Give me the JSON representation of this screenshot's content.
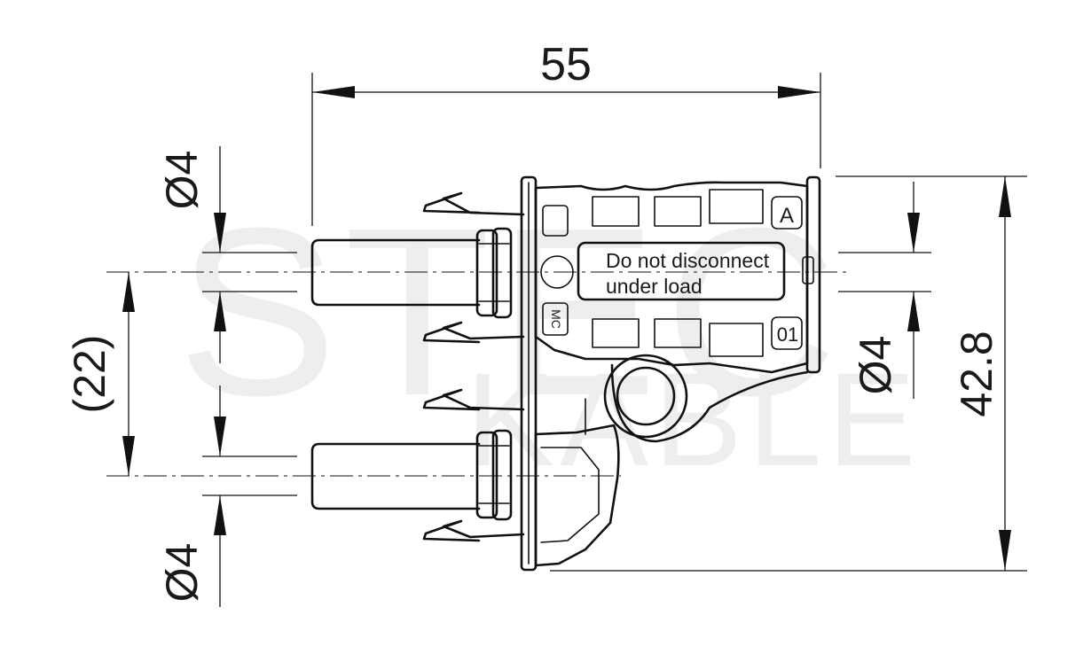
{
  "watermark": {
    "line1": "STEC",
    "line2": "KABLE"
  },
  "dimensions": {
    "width_55": "55",
    "pitch_22": "(22)",
    "diameter_top_left": "Ø4",
    "diameter_bottom_left": "Ø4",
    "diameter_right": "Ø4",
    "height_42_8": "42.8"
  },
  "labels": {
    "warning_line1": "Do not disconnect",
    "warning_line2": "under load",
    "marking_a": "A",
    "marking_01": "01",
    "marking_mc": "MC"
  }
}
